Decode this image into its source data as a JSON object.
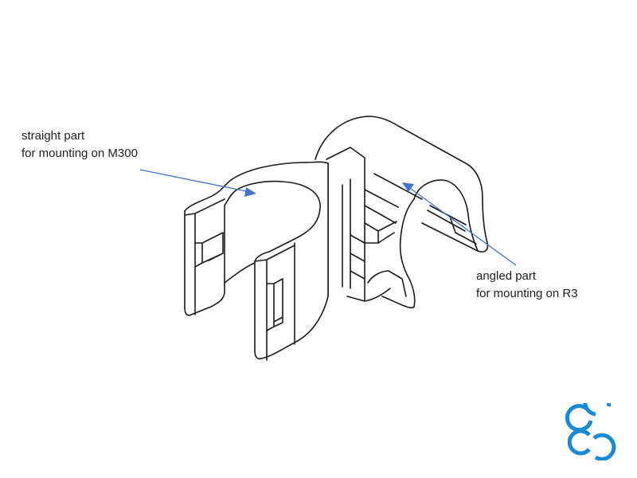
{
  "annotations": {
    "straight": {
      "line1": "straight part",
      "line2": "for mounting on M300"
    },
    "angled": {
      "line1": "angled part",
      "line2": "for mounting on R3"
    }
  },
  "colors": {
    "arrow": "#4472c4",
    "logo": "#1a8ad4",
    "line_art": "#1a1a1a",
    "text": "#1e1e1e"
  },
  "icons": {
    "logo": "drone-quad-ring-logo"
  }
}
